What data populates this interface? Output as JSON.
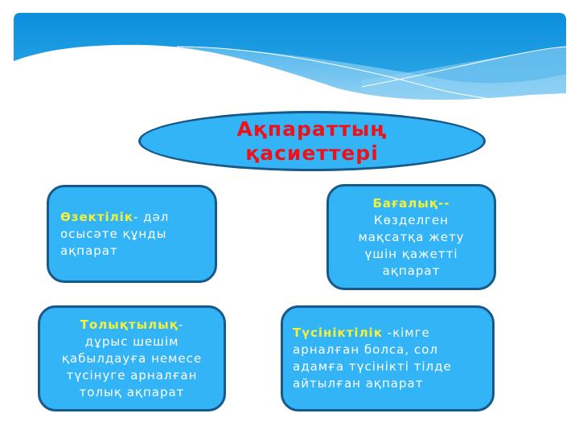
{
  "slide": {
    "title": {
      "line1": "Ақпараттың",
      "line2": "қасиеттері",
      "color": "#ee1119"
    },
    "colors": {
      "box_fill": "#33b4f6",
      "box_border": "#17598a",
      "term_color": "#f4f13a",
      "text_color": "#ffffff",
      "banner_top": "#0a8fdc",
      "banner_light": "#9dd5f5"
    },
    "cards": [
      {
        "id": "ozektilik",
        "term": "Өзектілік",
        "separator": "- ",
        "lines": [
          "дәл",
          "осысәте құнды",
          "ақпарат"
        ]
      },
      {
        "id": "bagalyk",
        "term": "Бағалық--",
        "lines": [
          "Көзделген",
          "мақсатқа жету",
          "үшін қажетті",
          "ақпарат"
        ]
      },
      {
        "id": "tolyktylyk",
        "term": "Толықтылық",
        "separator": "-",
        "lines": [
          "дұрыс шешім",
          "қабылдауға немесе",
          "түсінуге арналған",
          "толық ақпарат"
        ]
      },
      {
        "id": "tusiniktilik",
        "term": "Түсініктілік",
        "separator": " -",
        "lines": [
          "кімге",
          "арналған болса, сол",
          "адамға түсінікті тілде",
          "айтылған ақпарат"
        ]
      }
    ]
  }
}
